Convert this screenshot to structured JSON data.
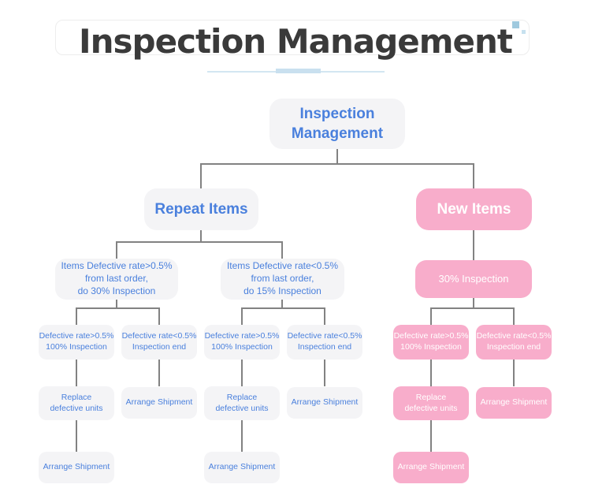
{
  "header": {
    "title": "Inspection Management",
    "decor_icon": "two-squares-icon",
    "underline_color": "#c9e0ef"
  },
  "colors": {
    "node_gray_bg": "#f4f4f6",
    "node_pink_bg": "#f8adcb",
    "blue_text": "#4a80dd",
    "white_text": "#ffffff",
    "connector_gray": "#828282",
    "title_text": "#3a3a3a"
  },
  "nodes": {
    "root": "Inspection\nManagement",
    "repeat_items": "Repeat Items",
    "new_items": "New Items",
    "repeat_high": "Items Defective rate>0.5%\nfrom last order,\ndo 30% Inspection",
    "repeat_low": "Items Defective rate<0.5%\nfrom last order,\ndo 15% Inspection",
    "new_30": "30% Inspection",
    "c1_top": "Defective rate>0.5%\n100% Inspection",
    "c2_top": "Defective rate<0.5%\nInspection end",
    "c3_top": "Defective rate>0.5%\n100% Inspection",
    "c4_top": "Defective rate<0.5%\nInspection end",
    "c5_top": "Defective rate>0.5%\n100% Inspection",
    "c6_top": "Defective rate<0.5%\nInspection end",
    "c1_mid": "Replace\ndefective units",
    "c2_mid": "Arrange Shipment",
    "c3_mid": "Replace\ndefective units",
    "c4_mid": "Arrange Shipment",
    "c5_mid": "Replace\ndefective units",
    "c6_mid": "Arrange Shipment",
    "c1_bot": "Arrange Shipment",
    "c3_bot": "Arrange Shipment",
    "c5_bot": "Arrange Shipment"
  }
}
